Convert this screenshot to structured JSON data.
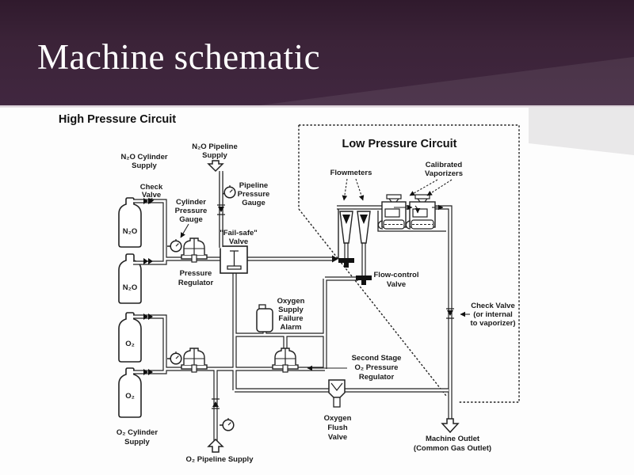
{
  "slide": {
    "title": "Machine schematic"
  },
  "theme": {
    "header_bg": "#3b2338",
    "header_accent_overlay": "#4c3147",
    "header_rule": "#cfc3cc",
    "corner_wedge": "#e9e8e9",
    "diagram_ink": "#222222",
    "background": "#fdfdfd"
  },
  "diagram": {
    "sections": {
      "high_pressure": "High Pressure Circuit",
      "low_pressure": "Low Pressure Circuit"
    },
    "cylinders": [
      "N₂O",
      "N₂O",
      "O₂",
      "O₂"
    ],
    "labels": {
      "n2o_cylinder_supply": [
        "N₂O Cylinder",
        "Supply"
      ],
      "n2o_pipeline_supply": [
        "N₂O Pipeline",
        "Supply"
      ],
      "check_valve": [
        "Check",
        "Valve"
      ],
      "cylinder_pressure_gauge": [
        "Cylinder",
        "Pressure",
        "Gauge"
      ],
      "pipeline_pressure_gauge": [
        "Pipeline",
        "Pressure",
        "Gauge"
      ],
      "fail_safe_valve": [
        "\"Fail-safe\"",
        "Valve"
      ],
      "pressure_regulator": [
        "Pressure",
        "Regulator"
      ],
      "flowmeters": [
        "Flowmeters"
      ],
      "calibrated_vaporizers": [
        "Calibrated",
        "Vaporizers"
      ],
      "flow_control_valve": [
        "Flow-control",
        "Valve"
      ],
      "oxygen_supply_failure_alarm": [
        "Oxygen",
        "Supply",
        "Failure",
        "Alarm"
      ],
      "check_valve_internal": [
        "Check Valve",
        "(or internal",
        "to vaporizer)"
      ],
      "second_stage_regulator": [
        "Second Stage",
        "O₂ Pressure",
        "Regulator"
      ],
      "oxygen_flush_valve": [
        "Oxygen",
        "Flush",
        "Valve"
      ],
      "o2_cylinder_supply": [
        "O₂ Cylinder",
        "Supply"
      ],
      "o2_pipeline_supply": [
        "O₂ Pipeline Supply"
      ],
      "machine_outlet": [
        "Machine Outlet",
        "(Common Gas Outlet)"
      ]
    }
  }
}
